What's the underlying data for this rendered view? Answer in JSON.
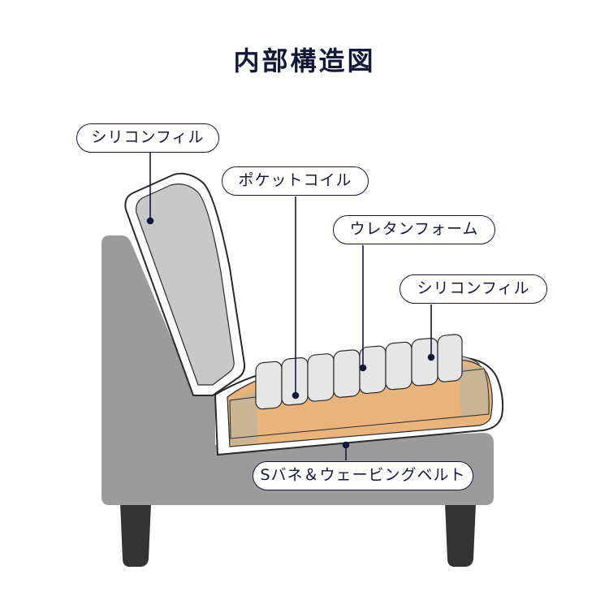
{
  "title": "内部構造図",
  "labels": {
    "back_fill": "シリコンフィル",
    "pocket_coil": "ポケットコイル",
    "urethane_foam": "ウレタンフォーム",
    "seat_fill": "シリコンフィル",
    "s_spring": "Sバネ＆ウェービングベルト"
  },
  "colors": {
    "text": "#141838",
    "frame_gray": "#9b9b9b",
    "fill_gray": "#c8c8c8",
    "urethane": "#e8b47c",
    "side_foam": "#c9b496",
    "coil": "#e6e6e6",
    "legs": "#333333"
  }
}
